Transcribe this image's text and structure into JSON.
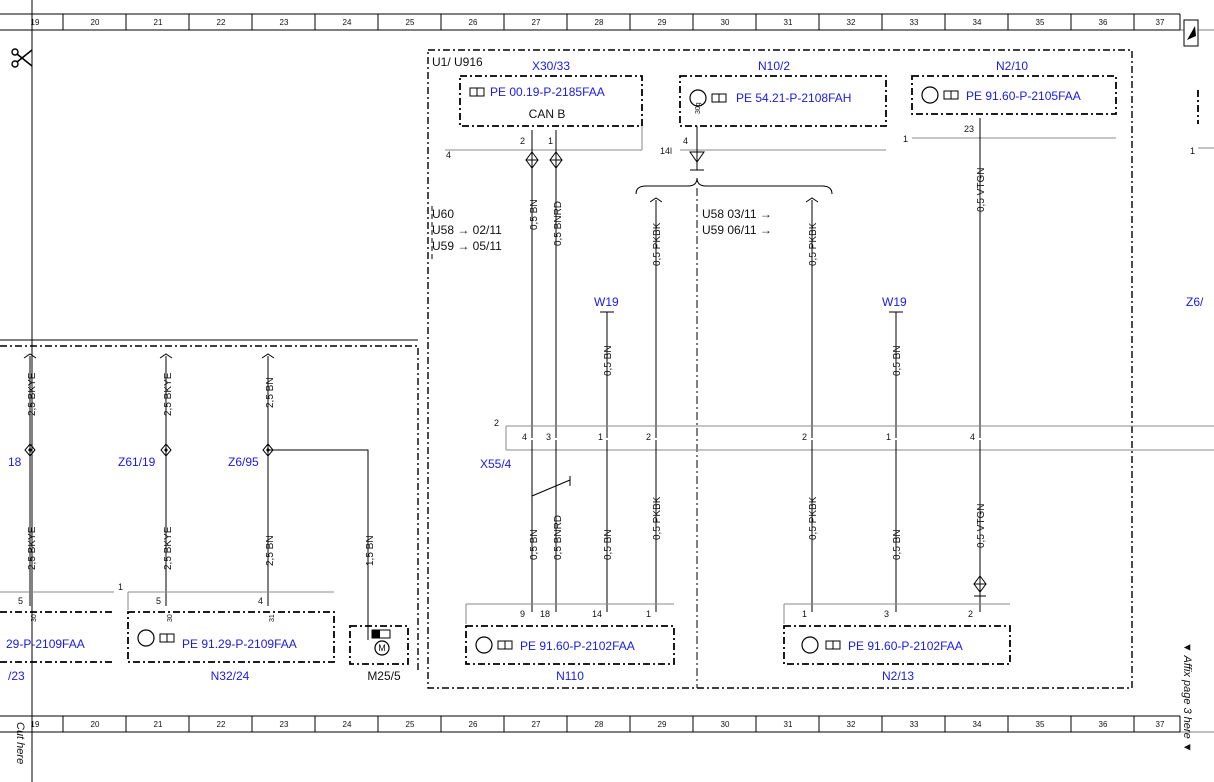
{
  "ruler": {
    "cells": [
      "19",
      "20",
      "21",
      "22",
      "23",
      "24",
      "25",
      "26",
      "27",
      "28",
      "29",
      "30",
      "31",
      "32",
      "33",
      "34",
      "35",
      "36",
      "37"
    ]
  },
  "side": {
    "cut_here": "Cut here",
    "affix_page": "▼ Affix page 3 here ▼"
  },
  "group": {
    "title": "U1/ U916"
  },
  "notes": {
    "u60": "U60",
    "u58a": "U58 → 02/11",
    "u59a": "U59 → 05/11",
    "u58b": "U58  03/11 →",
    "u59b": "U59  06/11 →"
  },
  "components": {
    "x30_33": {
      "name": "X30/33",
      "ref": "PE 00.19-P-2185FAA",
      "sub": "CAN B"
    },
    "n10_2": {
      "name": "N10/2",
      "ref": "PE 54.21-P-2108FAH"
    },
    "n2_10": {
      "name": "N2/10",
      "ref": "PE 91.60-P-2105FAA"
    },
    "n110": {
      "name": "N110",
      "ref": "PE 91.60-P-2102FAA"
    },
    "n2_13": {
      "name": "N2/13",
      "ref": "PE 91.60-P-2102FAA"
    },
    "n32_24": {
      "name": "N32/24",
      "ref": "PE 91.29-P-2109FAA"
    },
    "n32_partial": {
      "name": "/23",
      "ref": "29-P-2109FAA"
    },
    "m25_5": {
      "name": "M25/5",
      "motor": "M"
    },
    "x55_4": {
      "name": "X55/4"
    },
    "w19a": {
      "name": "W19"
    },
    "w19b": {
      "name": "W19"
    },
    "z61_19": {
      "name": "Z61/19"
    },
    "z6_95": {
      "name": "Z6/95"
    },
    "z_partial": {
      "name": "18"
    },
    "z6_right": {
      "name": "Z6/"
    }
  },
  "wires": {
    "w1": "2,5 BKYE",
    "w2": "2,5 BKYE",
    "w3": "2,5 BN",
    "w4": "2,5 BKYE",
    "w5": "2,5 BKYE",
    "w6": "2,5 BN",
    "w7": "1,5 BN",
    "w8": "0,5 BN",
    "w9": "0,5 BNRD",
    "w10": "0,5 PKBK",
    "w11": "0,5 PKBK",
    "w12": "0,5 VTGN",
    "w13": "0,5 BN",
    "w14": "0,5 BN",
    "w15": "0,5 BN",
    "w16": "0,5 BNRD",
    "w17": "0,5 BN",
    "w18": "0,5 PKBK",
    "w19": "0,5 PKBK",
    "w20": "0,5 BN",
    "w21": "0,5 VTGN"
  },
  "pins": {
    "x30_2": "2",
    "x30_1": "1",
    "x30_4": "4",
    "n10_4": "4",
    "n10_30g": "30g",
    "n10_14l": "14l",
    "n2_10_23": "23",
    "n2_10_1": "1",
    "x55_2": "2",
    "x55_4a": "4",
    "x55_3": "3",
    "x55_1a": "1",
    "x55_2a": "2",
    "x55_2b": "2",
    "x55_1b": "1",
    "x55_4b": "4",
    "n110_9": "9",
    "n110_18": "18",
    "n110_14": "14",
    "n110_1": "1",
    "n213_1": "1",
    "n213_3": "3",
    "n213_2": "2",
    "n32_5a": "5",
    "n32_5b": "5",
    "n32_4": "4",
    "n32_1": "1",
    "n32_30a": "30",
    "n32_30b": "30",
    "n32_31": "31",
    "right_1": "1"
  }
}
